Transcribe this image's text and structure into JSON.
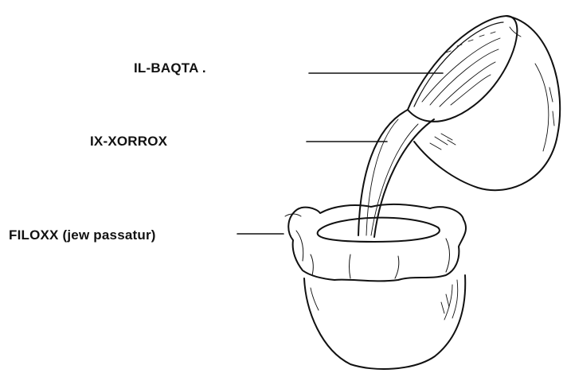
{
  "labels": {
    "baqta": "IL-BAQTA .",
    "xorrox": "IX-XORROX",
    "filoxx": "FILOXX (jew passatur)"
  },
  "colors": {
    "ink": "#111111",
    "background": "#ffffff"
  }
}
